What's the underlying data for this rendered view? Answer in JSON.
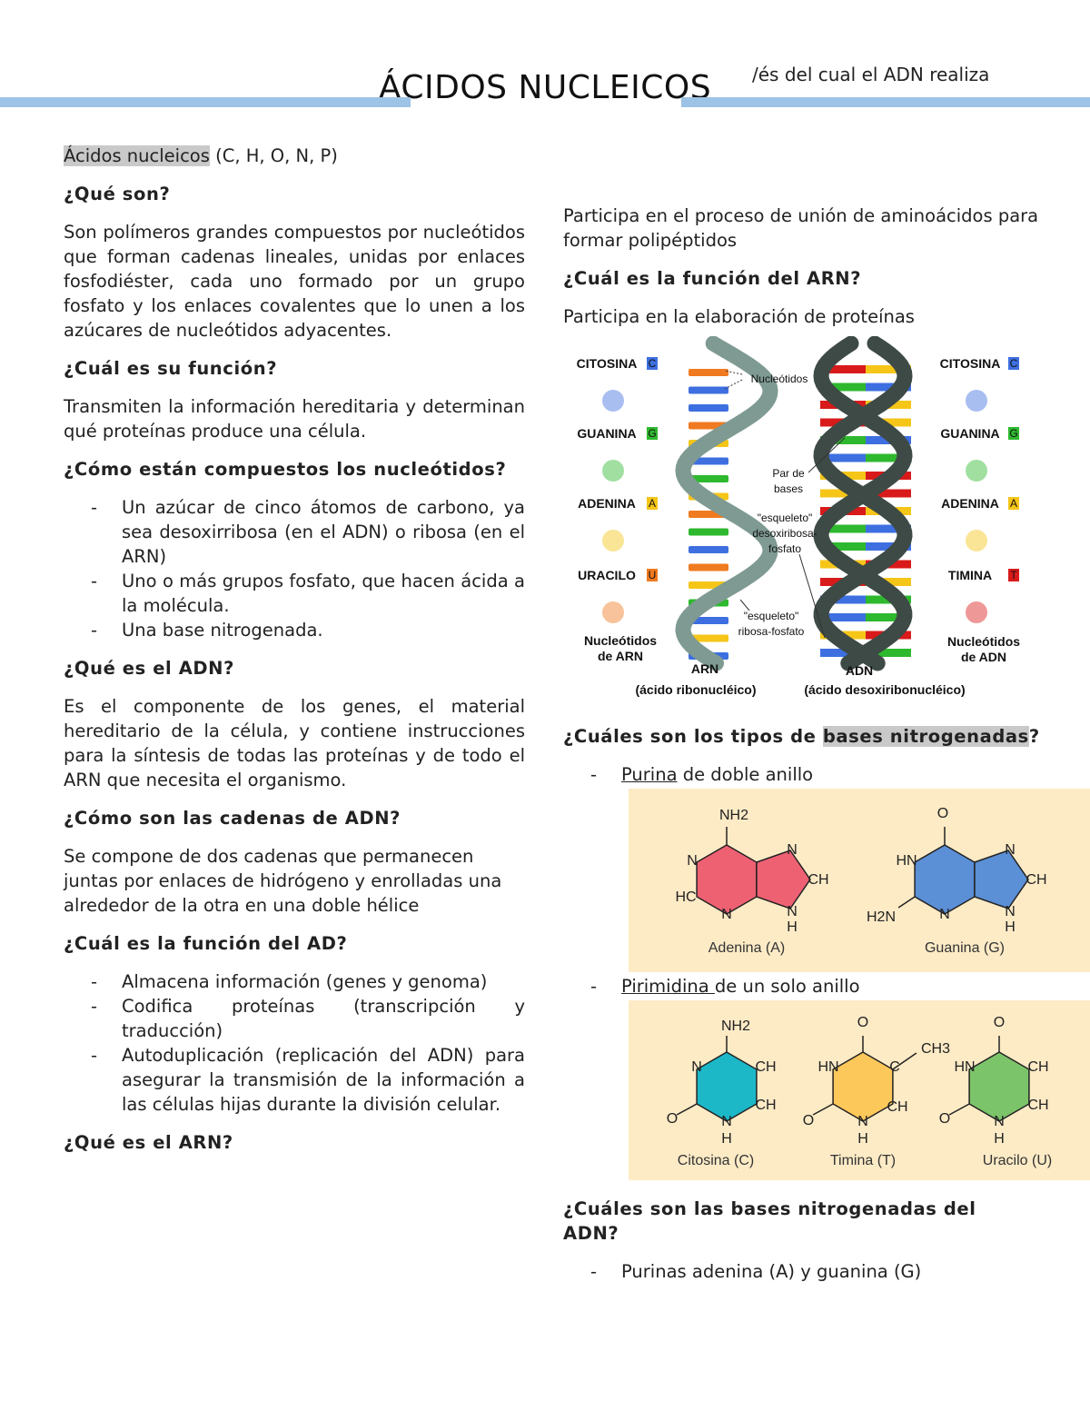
{
  "header": {
    "title": "ÁCIDOS NUCLEICOS",
    "overflow_fragment": "/és del cual el ADN realiza",
    "bar_color": "#9dc3e6"
  },
  "left": {
    "intro_highlight": "Ácidos nucleicos",
    "intro_rest": " (C, H, O, N, P)",
    "q1": "¿Qué son?",
    "a1": "Son polímeros grandes compuestos por nucleótidos que forman cadenas lineales, unidas por enlaces fosfodiéster, cada uno formado por un grupo fosfato y los enlaces covalentes que lo unen a los azúcares de nucleótidos adyacentes.",
    "q2": "¿Cuál es su función?",
    "a2": "Transmiten la información hereditaria y determinan qué proteínas produce una célula.",
    "q3": "¿Cómo están compuestos los nucleótidos?",
    "a3": [
      "Un azúcar de cinco átomos de carbono, ya sea desoxirribosa (en el ADN) o ribosa (en el ARN)",
      "Uno o más grupos fosfato, que hacen ácida a la molécula.",
      "Una base nitrogenada."
    ],
    "q4": "¿Qué es el ADN?",
    "a4": "Es el componente de los genes, el material hereditario de la célula, y contiene instrucciones para la síntesis de todas las proteínas y de todo el ARN que necesita el organismo.",
    "q5": "¿Cómo son las cadenas de ADN?",
    "a5": "Se compone de dos cadenas que permanecen juntas por enlaces de hidrógeno y enrolladas una alrededor de la otra en una doble hélice",
    "q6": "¿Cuál es la función del AD?",
    "a6": [
      "Almacena información (genes y genoma)",
      "Codifica proteínas (transcripción y traducción)",
      "Autoduplicación (replicación del ADN) para asegurar la transmisión de la información a las células hijas durante la división celular."
    ],
    "q7": "¿Qué es el ARN?"
  },
  "right": {
    "a7": "Participa en el proceso de unión de aminoácidos para formar polipéptidos",
    "q8": "¿Cuál es la función del ARN?",
    "a8": "Participa en la elaboración de proteínas",
    "diagram": {
      "left_bases": [
        "CITOSINA",
        "GUANINA",
        "ADENINA",
        "URACILO"
      ],
      "left_letters": [
        "C",
        "G",
        "A",
        "U"
      ],
      "right_bases": [
        "CITOSINA",
        "GUANINA",
        "ADENINA",
        "TIMINA"
      ],
      "right_letters": [
        "C",
        "G",
        "A",
        "T"
      ],
      "colors": {
        "C": "#3d6fe0",
        "G": "#2eb82e",
        "A": "#f5c518",
        "U": "#f07a20",
        "T": "#d91a1a",
        "rna_backbone": "#7e9a92",
        "dna_backbone": "#3e4a46"
      },
      "nucleotides_label": "Nucleótidos",
      "base_pair_label": [
        "Par de",
        "bases"
      ],
      "dna_backbone_label": [
        "\"esqueleto\"",
        "desoxiribosa-",
        "fosfato"
      ],
      "rna_backbone_label": [
        "\"esqueleto\"",
        "ribosa-fosfato"
      ],
      "rna_nucleotides": [
        "Nucleótidos",
        "de ARN"
      ],
      "dna_nucleotides": [
        "Nucleótidos",
        "de ADN"
      ],
      "rna_title": "ARN",
      "rna_sub": "(ácido ribonucléico)",
      "dna_title": "ADN",
      "dna_sub": "(ácido desoxiribonucléico)"
    },
    "q9_a": "¿Cuáles son los tipos de ",
    "q9_hl": "bases nitrogenadas",
    "q9_b": "?",
    "purina_term": "Purina",
    "purina_rest": " de doble anillo",
    "pirimidina_term": "Pirimidina ",
    "pirimidina_rest": "de un solo anillo",
    "panel_color": "#fdebc6",
    "purines": [
      {
        "name": "Adenina (A)",
        "color": "#ee6173",
        "atoms": [
          "NH2",
          "N",
          "HC",
          "N",
          "N",
          "CH",
          "N",
          "H"
        ]
      },
      {
        "name": "Guanina (G)",
        "color": "#5b8fd6",
        "atoms": [
          "O",
          "HN",
          "H2N",
          "N",
          "N",
          "CH",
          "N",
          "H"
        ]
      }
    ],
    "pyrimidines": [
      {
        "name": "Citosina (C)",
        "color": "#1cb8c8",
        "atoms": [
          "NH2",
          "N",
          "CH",
          "CH",
          "O",
          "N",
          "H"
        ]
      },
      {
        "name": "Timina (T)",
        "color": "#fdc85a",
        "atoms": [
          "O",
          "HN",
          "C",
          "CH3",
          "CH",
          "O",
          "N",
          "H"
        ]
      },
      {
        "name": "Uracilo (U)",
        "color": "#7cc46a",
        "atoms": [
          "O",
          "HN",
          "CH",
          "CH",
          "O",
          "N",
          "H"
        ]
      }
    ],
    "q10": "¿Cuáles son las bases nitrogenadas del ADN?",
    "a10": [
      "Purinas adenina (A) y guanina (G)"
    ]
  }
}
